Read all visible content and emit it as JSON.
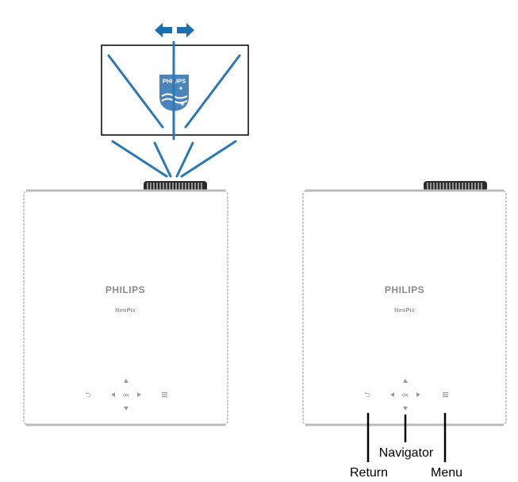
{
  "left_projector": {
    "brand": "PHILIPS",
    "model": "NeoPix",
    "ok_label": "OK",
    "screen_logo_text": "PHILIPS"
  },
  "right_projector": {
    "brand": "PHILIPS",
    "model": "NeoPix",
    "ok_label": "OK"
  },
  "callouts": {
    "navigator": "Navigator",
    "return": "Return",
    "menu": "Menu"
  },
  "colors": {
    "arrow_blue": "#1a6fb0",
    "beam_blue": "#2a78b8",
    "body_outline": "#c8c8c8",
    "icon_gray": "#9a9a9a",
    "brand_gray": "#8a8a8a",
    "lens_dark": "#2b2b2b"
  },
  "icons": {
    "return": "return-icon",
    "menu": "menu-icon",
    "up": "arrow-up-icon",
    "down": "arrow-down-icon",
    "left": "arrow-left-icon",
    "right": "arrow-right-icon",
    "shift": "double-arrow-icon"
  }
}
